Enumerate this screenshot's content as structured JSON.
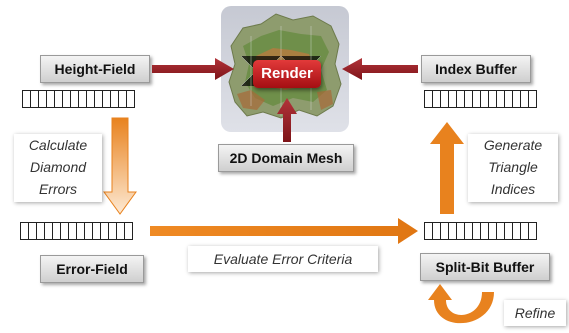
{
  "nodes": {
    "height_field": "Height-Field",
    "index_buffer": "Index Buffer",
    "render": "Render",
    "domain_mesh": "2D Domain Mesh",
    "error_field": "Error-Field",
    "split_bit_buffer": "Split-Bit Buffer"
  },
  "steps": {
    "calculate": [
      "Calculate",
      "Diamond",
      "Errors"
    ],
    "generate": [
      "Generate",
      "Triangle",
      "Indices"
    ],
    "evaluate": "Evaluate Error Criteria",
    "refine": "Refine"
  },
  "colors": {
    "dark_red_arrow": "#8e1a1f",
    "orange_arrow": "#e8821e",
    "render_button": "#c21a1f"
  }
}
